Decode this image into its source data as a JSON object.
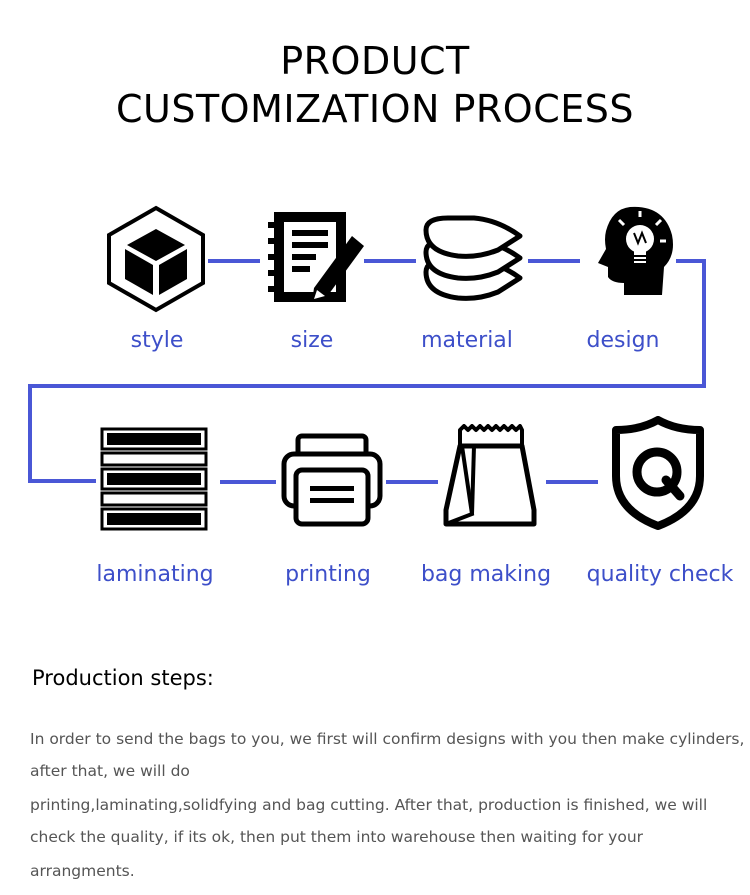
{
  "header": {
    "title_line1": "PRODUCT",
    "title_line2": "CUSTOMIZATION PROCESS"
  },
  "process": {
    "row1": [
      {
        "label": "style",
        "icon": "cube-icon"
      },
      {
        "label": "size",
        "icon": "notepad-pencil-icon"
      },
      {
        "label": "material",
        "icon": "layers-icon"
      },
      {
        "label": "design",
        "icon": "head-lightbulb-icon"
      }
    ],
    "row2": [
      {
        "label": "laminating",
        "icon": "laminate-layers-icon"
      },
      {
        "label": "printing",
        "icon": "printer-icon"
      },
      {
        "label": "bag making",
        "icon": "bag-icon"
      },
      {
        "label": "quality check",
        "icon": "shield-q-icon"
      }
    ]
  },
  "steps": {
    "heading": "Production steps:",
    "line1": "In order to send the bags to you, we first will confirm designs with you then make cylinders,",
    "line2": "after that, we will do",
    "line3": "printing,laminating,solidfying and bag cutting. After that, production is finished, we will",
    "line4": "check the quality, if  its ok, then put them into warehouse then waiting for your arrangments."
  },
  "colors": {
    "accent": "#3d4fc9",
    "line": "#4a57d6"
  }
}
